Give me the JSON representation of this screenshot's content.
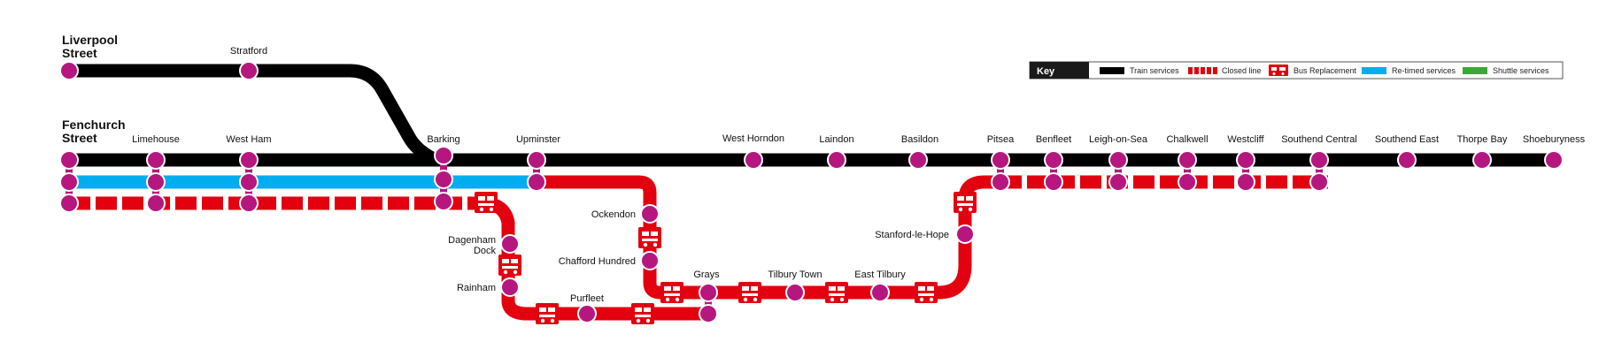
{
  "colors": {
    "train": "#000000",
    "closed": "#e3000f",
    "bus": "#e3000f",
    "retimed": "#00aeef",
    "shuttle": "#3aaa35",
    "station": "#b5177f",
    "station_ring": "#ffffff"
  },
  "terminals": {
    "liverpool_street": [
      "Liverpool",
      "Street"
    ],
    "fenchurch_street": [
      "Fenchurch",
      "Street"
    ]
  },
  "stations": {
    "stratford": "Stratford",
    "limehouse": "Limehouse",
    "west_ham": "West Ham",
    "barking": "Barking",
    "upminster": "Upminster",
    "west_horndon": "West Horndon",
    "laindon": "Laindon",
    "basildon": "Basildon",
    "pitsea": "Pitsea",
    "benfleet": "Benfleet",
    "leigh_on_sea": "Leigh-on-Sea",
    "chalkwell": "Chalkwell",
    "westcliff": "Westcliff",
    "southend_central": "Southend Central",
    "southend_east": "Southend East",
    "thorpe_bay": "Thorpe Bay",
    "shoeburyness": "Shoeburyness",
    "ockendon": "Ockendon",
    "chafford_hundred": "Chafford Hundred",
    "dagenham_dock": [
      "Dagenham",
      "Dock"
    ],
    "rainham": "Rainham",
    "purfleet": "Purfleet",
    "grays": "Grays",
    "tilbury_town": "Tilbury Town",
    "east_tilbury": "East Tilbury",
    "stanford_le_hope": "Stanford-le-Hope"
  },
  "key": {
    "title": "Key",
    "items": [
      {
        "label": "Train services",
        "type": "train"
      },
      {
        "label": "Closed line",
        "type": "closed"
      },
      {
        "label": "Bus Replacement",
        "type": "bus"
      },
      {
        "label": "Re-timed services",
        "type": "retimed"
      },
      {
        "label": "Shuttle services",
        "type": "shuttle"
      }
    ]
  }
}
